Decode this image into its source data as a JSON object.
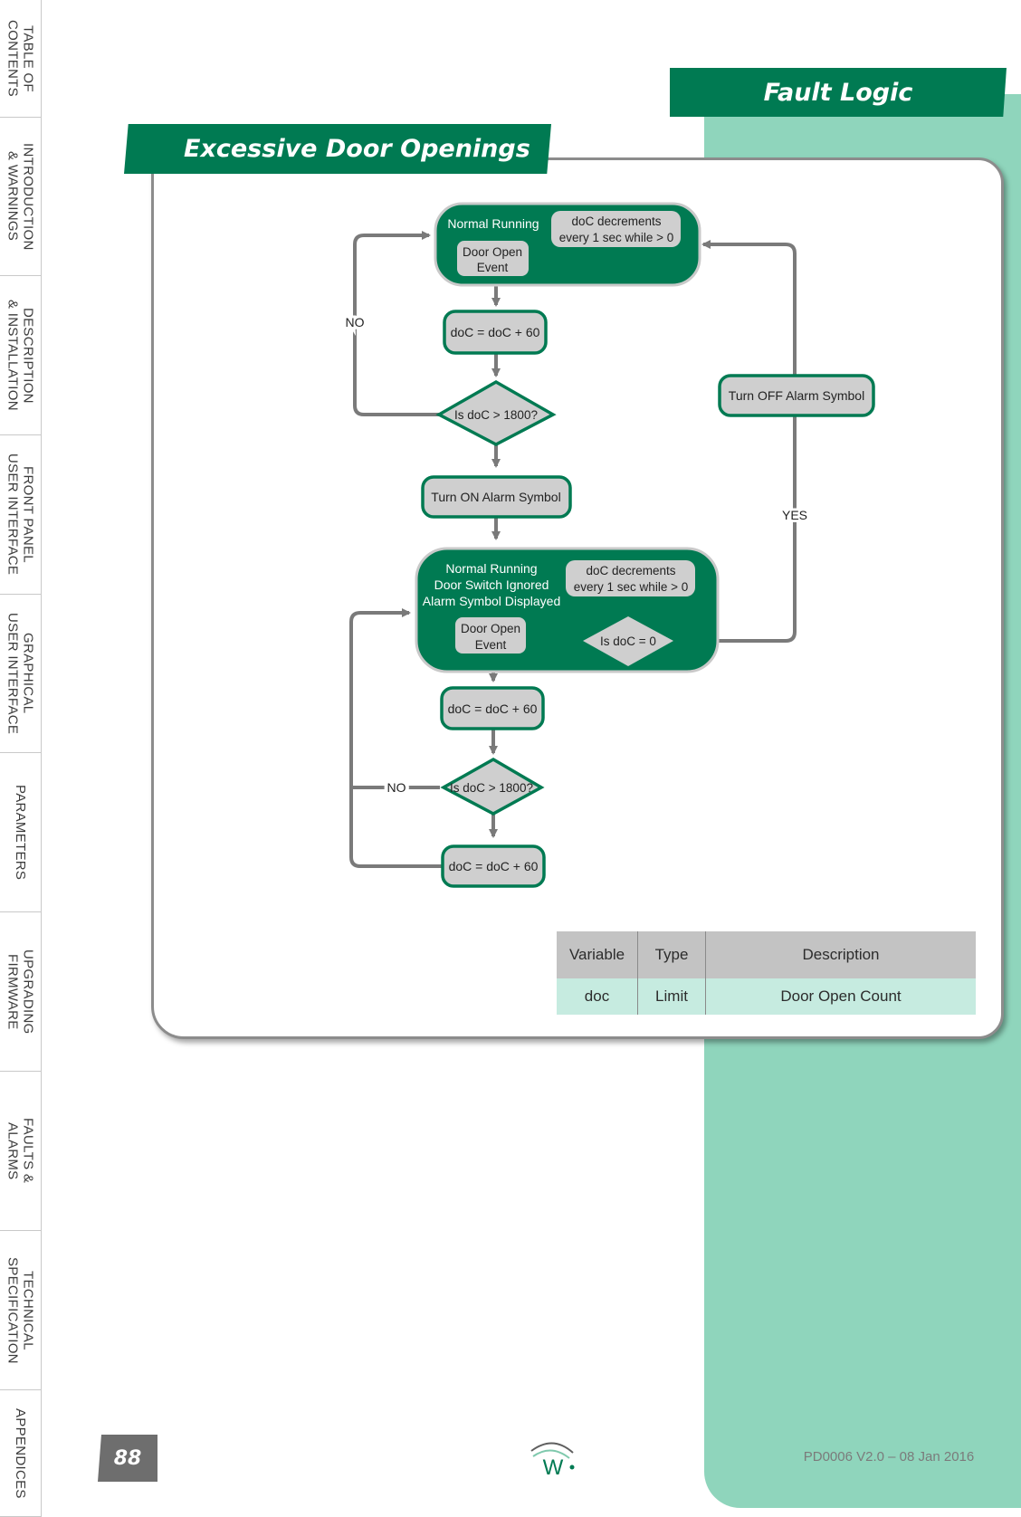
{
  "tabs": [
    {
      "label": "TABLE OF\nCONTENTS"
    },
    {
      "label": "INTRODUCTION\n& WARNINGS"
    },
    {
      "label": "DESCRIPTION\n& INSTALLATION"
    },
    {
      "label": "FRONT PANEL\nUSER INTERFACE"
    },
    {
      "label": "GRAPHICAL\nUSER INTERFACE"
    },
    {
      "label": "PARAMETERS"
    },
    {
      "label": "UPGRADING\nFIRMWARE"
    },
    {
      "label": "FAULTS &\nALARMS"
    },
    {
      "label": "TECHNICAL\nSPECIFICATION"
    },
    {
      "label": "APPENDICES"
    }
  ],
  "section_title": "Fault Logic",
  "page_title": "Excessive Door Openings",
  "flow": {
    "normal_running": "Normal Running",
    "doc_decrements_1": "doC decrements",
    "doc_decrements_2": "every 1 sec while > 0",
    "door_open_1": "Door Open",
    "door_open_2": "Event",
    "increment": "doC = doC + 60",
    "decision": "Is doC > 1800?",
    "no": "NO",
    "yes": "YES",
    "turn_on": "Turn ON Alarm Symbol",
    "turn_off": "Turn OFF Alarm Symbol",
    "state2_line1": "Normal Running",
    "state2_line2": "Door Switch Ignored",
    "state2_line3": "Alarm Symbol Displayed",
    "is_zero": "Is doC = 0"
  },
  "table": {
    "headers": [
      "Variable",
      "Type",
      "Description"
    ],
    "rows": [
      [
        "doc",
        "Limit",
        "Door Open Count"
      ]
    ]
  },
  "footer": {
    "page_number": "88",
    "doc_ref": "PD0006 V2.0 – 08 Jan 2016",
    "logo_letter": "W"
  },
  "colors": {
    "brand_green": "#007a52",
    "mint": "#8fd5bc",
    "box_grey": "#cfcfcf",
    "arrow_grey": "#7a7a7a"
  }
}
